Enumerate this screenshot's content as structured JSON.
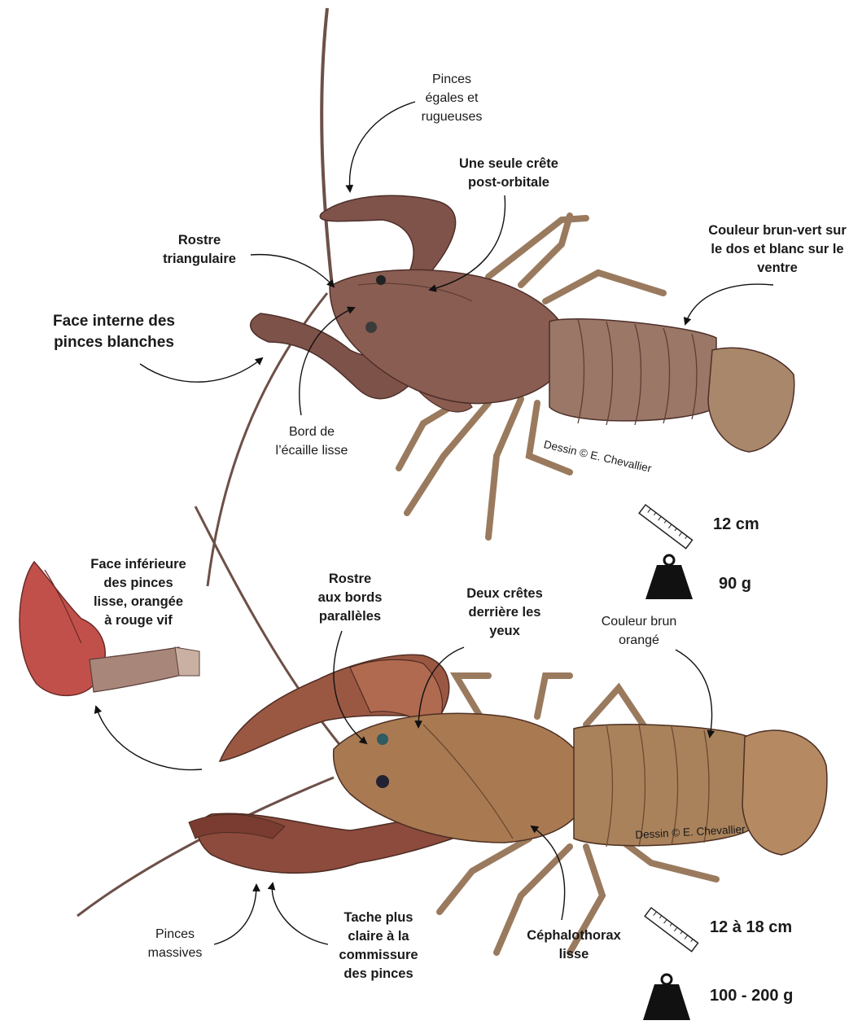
{
  "top_species": {
    "labels": {
      "pinces_egales": "Pinces\négales et\nrugueuses",
      "crete_postorbitale": "Une seule crête\npost-orbitale",
      "rostre_triangulaire": "Rostre\ntriangulaire",
      "couleur": "Couleur brun-vert sur\nle dos et blanc sur le\nventre",
      "face_interne": "Face interne des\npinces blanches",
      "bord_ecaille": "Bord de\nl’écaille lisse"
    },
    "credit": "Dessin © E. Chevallier",
    "length": "12 cm",
    "weight": "90 g"
  },
  "bottom_species": {
    "labels": {
      "face_inferieure": "Face inférieure\ndes pinces\nlisse, orangée\nà rouge vif",
      "rostre_paralleles": "Rostre\naux bords\nparallèles",
      "deux_cretes": "Deux crêtes\nderrière les\nyeux",
      "couleur": "Couleur brun\norangé",
      "pinces_massives": "Pinces\nmassives",
      "tache_claire": "Tache plus\nclaire à la\ncommissure\ndes pinces",
      "cephalothorax": "Céphalothorax\nlisse"
    },
    "credit": "Dessin © E. Chevallier",
    "length": "12 à 18 cm",
    "weight": "100 - 200 g"
  },
  "icons": [
    "ruler-icon",
    "weight-icon"
  ],
  "colors": {
    "top_body": "#8a5d52",
    "top_tail": "#a07e62",
    "bottom_body": "#a97a52",
    "bottom_claw_red": "#c2504a",
    "text": "#1a1a1a"
  }
}
